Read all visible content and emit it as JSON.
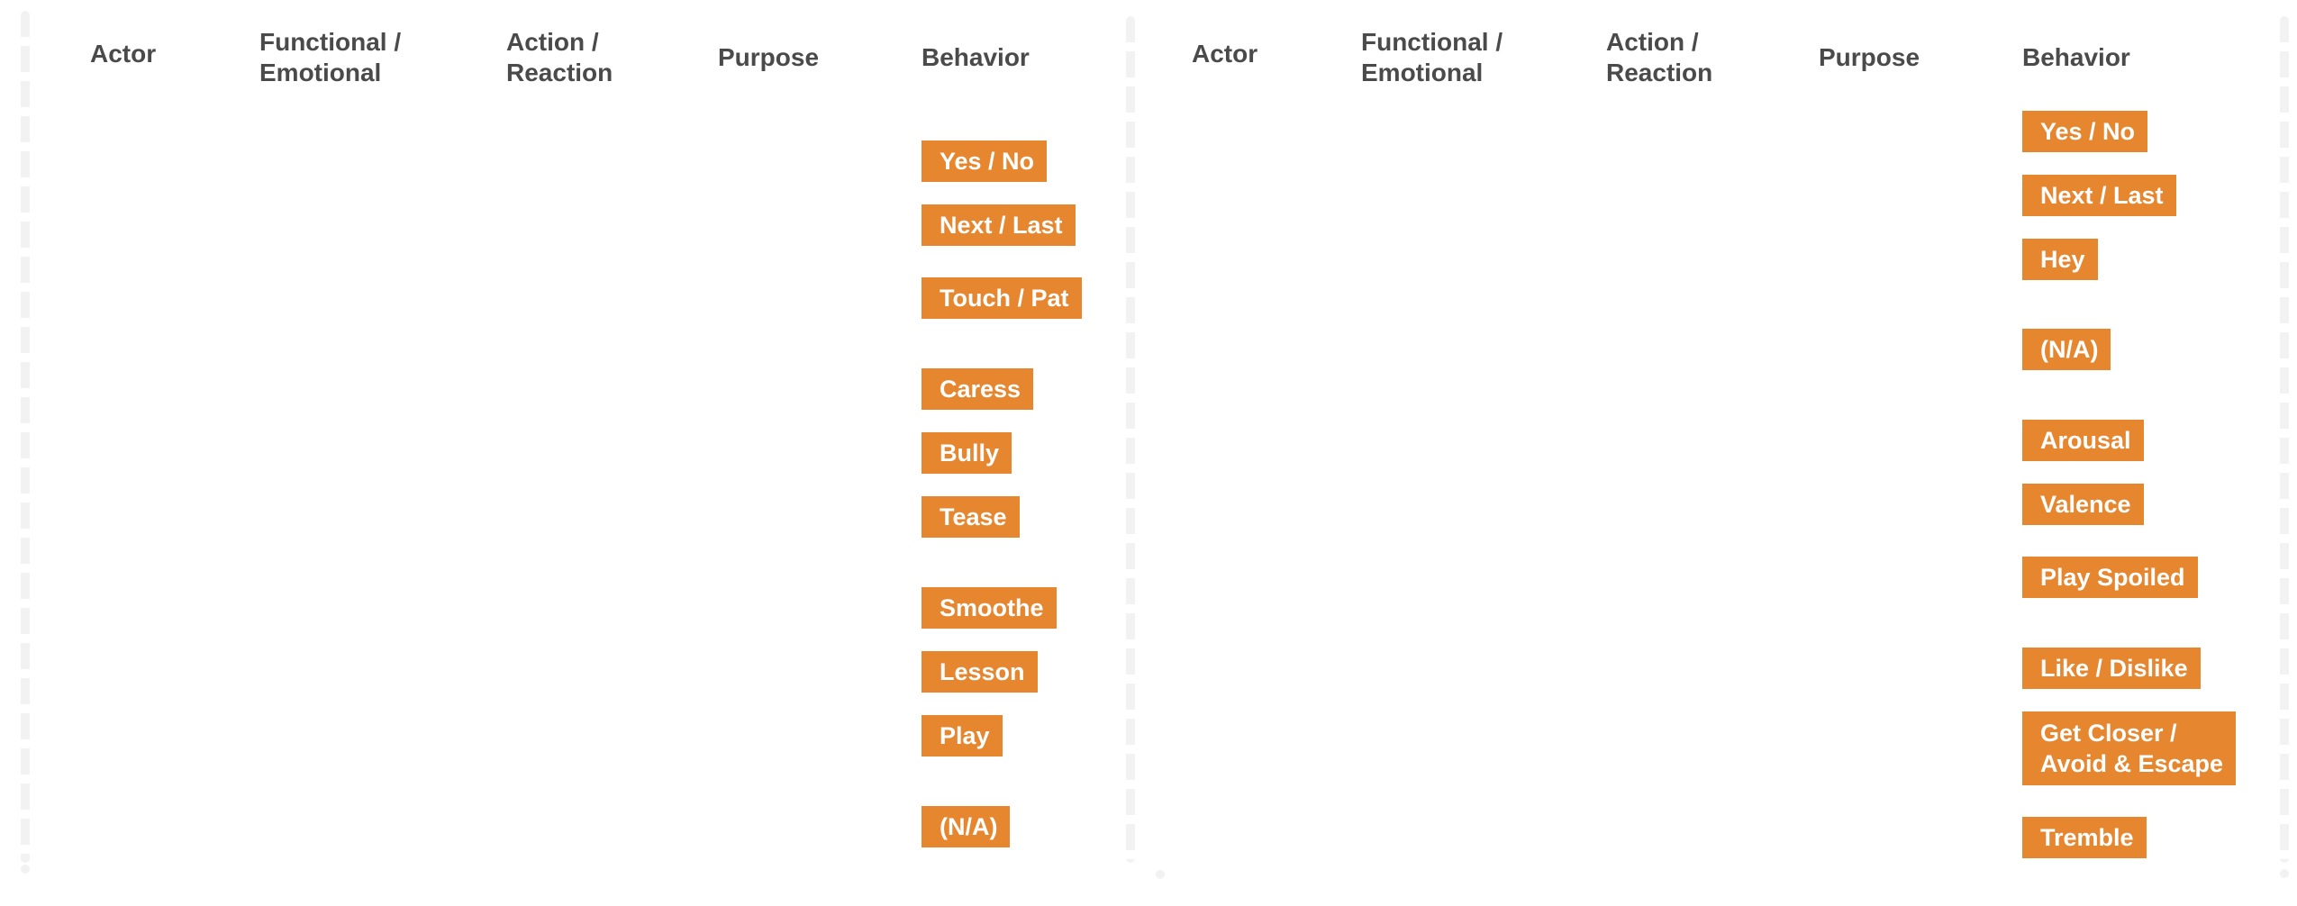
{
  "colors": {
    "tag_background": "#E6862F",
    "tag_text": "#FFFFFF",
    "header_text": "#4A4A4A",
    "divider": "#F2F2F2"
  },
  "panels": [
    {
      "headers": {
        "actor": "Actor",
        "functional_emotional": "Functional /\nEmotional",
        "action_reaction": "Action /\nReaction",
        "purpose": "Purpose",
        "behavior": "Behavior"
      },
      "behaviors": [
        "Yes / No",
        "Next / Last",
        "Touch / Pat",
        "Caress",
        "Bully",
        "Tease",
        "Smoothe",
        "Lesson",
        "Play",
        "(N/A)"
      ]
    },
    {
      "headers": {
        "actor": "Actor",
        "functional_emotional": "Functional /\nEmotional",
        "action_reaction": "Action /\nReaction",
        "purpose": "Purpose",
        "behavior": "Behavior"
      },
      "behaviors": [
        "Yes / No",
        "Next / Last",
        "Hey",
        "(N/A)",
        "Arousal",
        "Valence",
        "Play Spoiled",
        "Like / Dislike",
        "Get Closer /\nAvoid & Escape",
        "Tremble"
      ]
    }
  ]
}
